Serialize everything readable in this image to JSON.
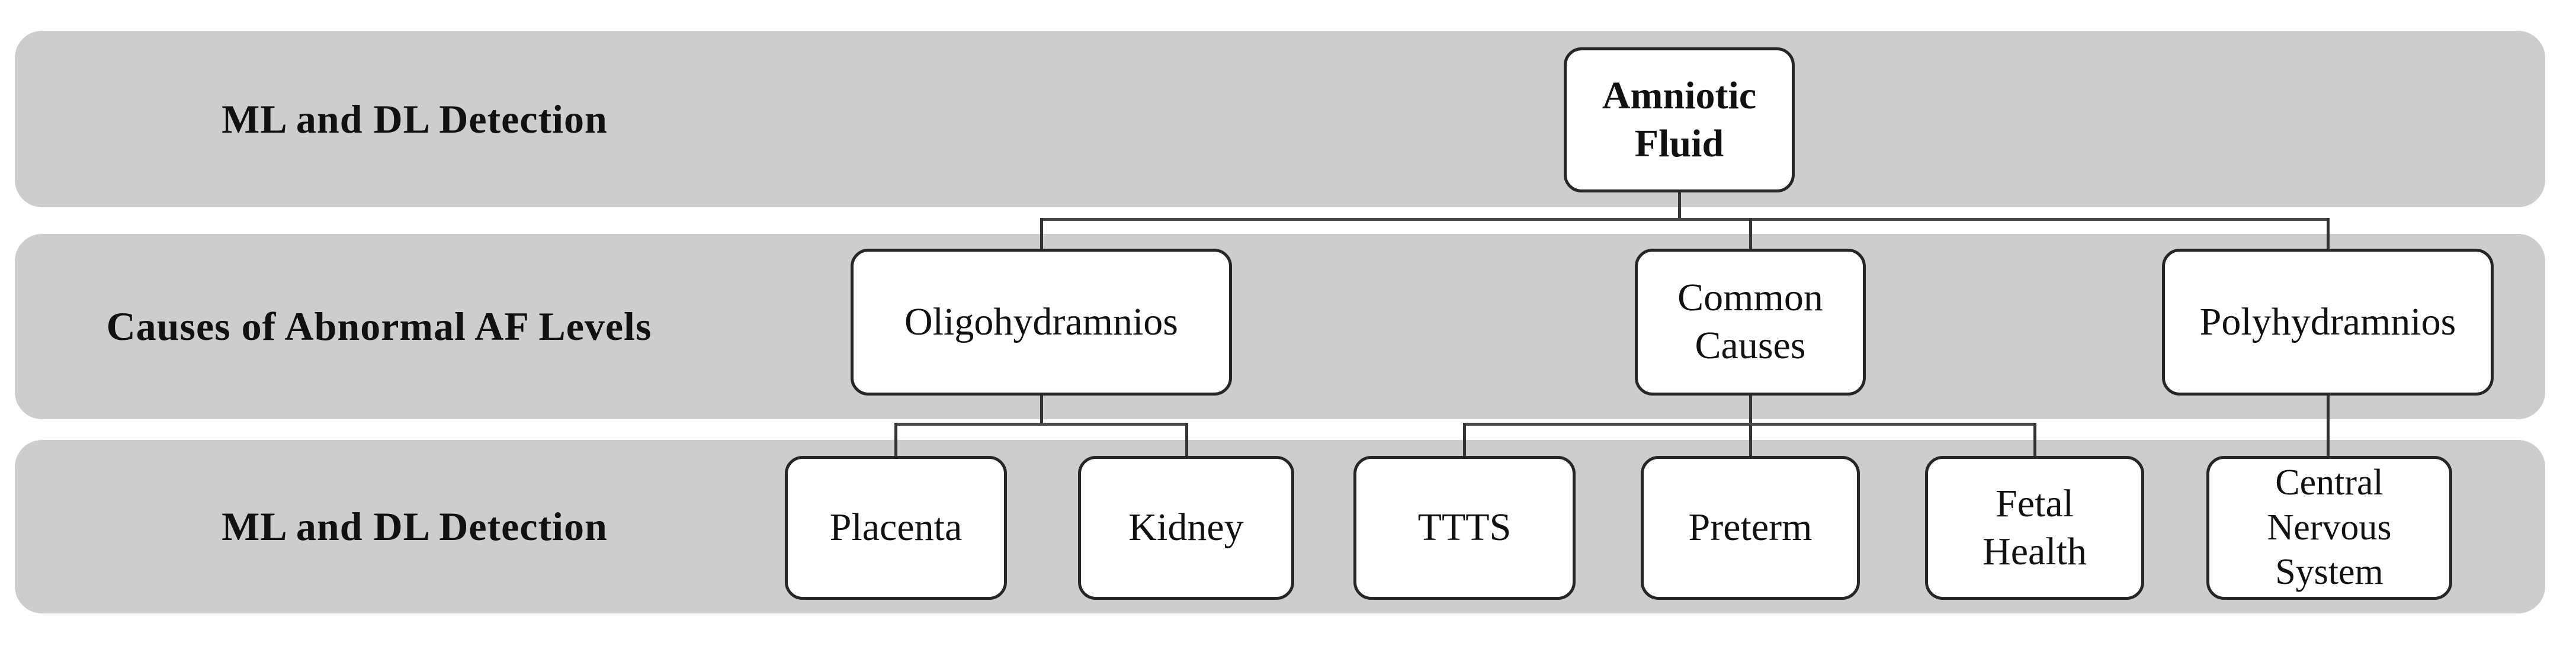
{
  "figure": {
    "title": "Amniotic fluid ML/DL detection hierarchy",
    "rows": [
      {
        "label": "ML and DL Detection"
      },
      {
        "label": "Causes of Abnormal AF Levels"
      },
      {
        "label": "ML and DL Detection"
      }
    ],
    "nodes": {
      "root": {
        "label": "Amniotic Fluid"
      },
      "oligohydramnios": {
        "label": "Oligohydramnios"
      },
      "common_causes": {
        "label": "Common Causes"
      },
      "polyhydramnios": {
        "label": "Polyhydramnios"
      },
      "placenta": {
        "label": "Placenta"
      },
      "kidney": {
        "label": "Kidney"
      },
      "ttts": {
        "label": "TTTS"
      },
      "preterm": {
        "label": "Preterm"
      },
      "fetal_health": {
        "label": "Fetal Health"
      },
      "cns": {
        "label": "Central Nervous System"
      }
    },
    "edges": [
      [
        "root",
        "oligohydramnios"
      ],
      [
        "root",
        "common_causes"
      ],
      [
        "root",
        "polyhydramnios"
      ],
      [
        "oligohydramnios",
        "placenta"
      ],
      [
        "oligohydramnios",
        "kidney"
      ],
      [
        "common_causes",
        "ttts"
      ],
      [
        "common_causes",
        "preterm"
      ],
      [
        "common_causes",
        "fetal_health"
      ],
      [
        "polyhydramnios",
        "cns"
      ]
    ],
    "colors": {
      "band_fill": "#cdcdcd",
      "box_fill": "#ffffff",
      "box_border": "#262626",
      "connector": "#4a4a4a",
      "text": "#111111",
      "background": "#ffffff"
    }
  }
}
